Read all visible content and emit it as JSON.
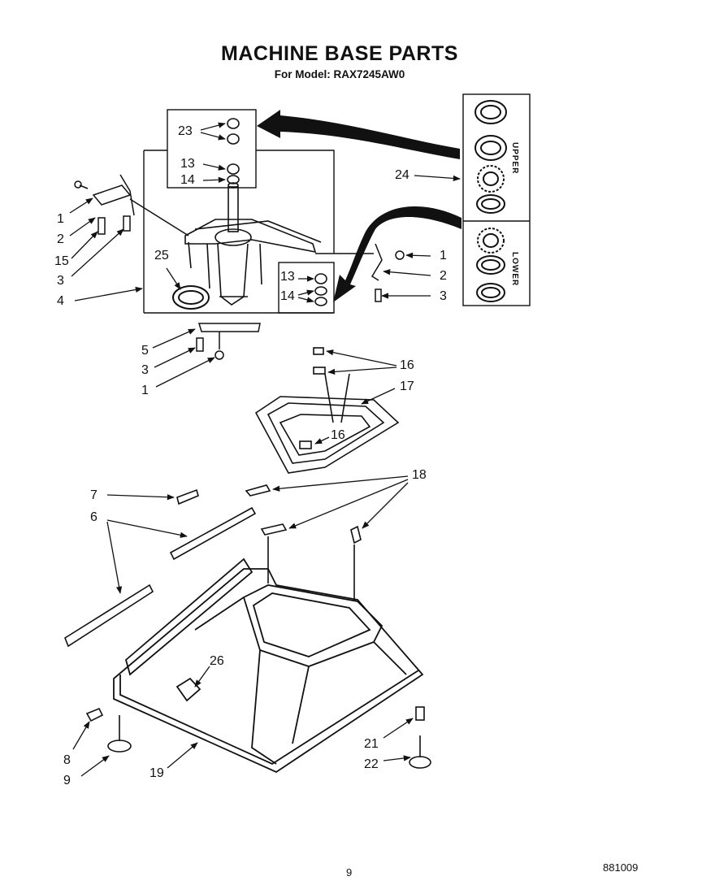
{
  "header": {
    "title": "MACHINE BASE PARTS",
    "subtitle": "For Model: RAX7245AW0"
  },
  "footer": {
    "page_number": "9",
    "doc_code": "881009"
  },
  "kit_labels": {
    "upper": "UPPER",
    "lower": "LOWER"
  },
  "callouts": [
    {
      "id": "c23",
      "text": "23"
    },
    {
      "id": "c13a",
      "text": "13"
    },
    {
      "id": "c14a",
      "text": "14"
    },
    {
      "id": "c24",
      "text": "24"
    },
    {
      "id": "c1a",
      "text": "1"
    },
    {
      "id": "c2a",
      "text": "2"
    },
    {
      "id": "c15",
      "text": "15"
    },
    {
      "id": "c3a",
      "text": "3"
    },
    {
      "id": "c25",
      "text": "25"
    },
    {
      "id": "c4",
      "text": "4"
    },
    {
      "id": "c13b",
      "text": "13"
    },
    {
      "id": "c14b",
      "text": "14"
    },
    {
      "id": "c1b",
      "text": "1"
    },
    {
      "id": "c2b",
      "text": "2"
    },
    {
      "id": "c3b",
      "text": "3"
    },
    {
      "id": "c5",
      "text": "5"
    },
    {
      "id": "c3c",
      "text": "3"
    },
    {
      "id": "c1c",
      "text": "1"
    },
    {
      "id": "c16a",
      "text": "16"
    },
    {
      "id": "c17",
      "text": "17"
    },
    {
      "id": "c16b",
      "text": "16"
    },
    {
      "id": "c7",
      "text": "7"
    },
    {
      "id": "c18",
      "text": "18"
    },
    {
      "id": "c6",
      "text": "6"
    },
    {
      "id": "c26",
      "text": "26"
    },
    {
      "id": "c21",
      "text": "21"
    },
    {
      "id": "c8",
      "text": "8"
    },
    {
      "id": "c22",
      "text": "22"
    },
    {
      "id": "c9",
      "text": "9"
    },
    {
      "id": "c19",
      "text": "19"
    }
  ]
}
